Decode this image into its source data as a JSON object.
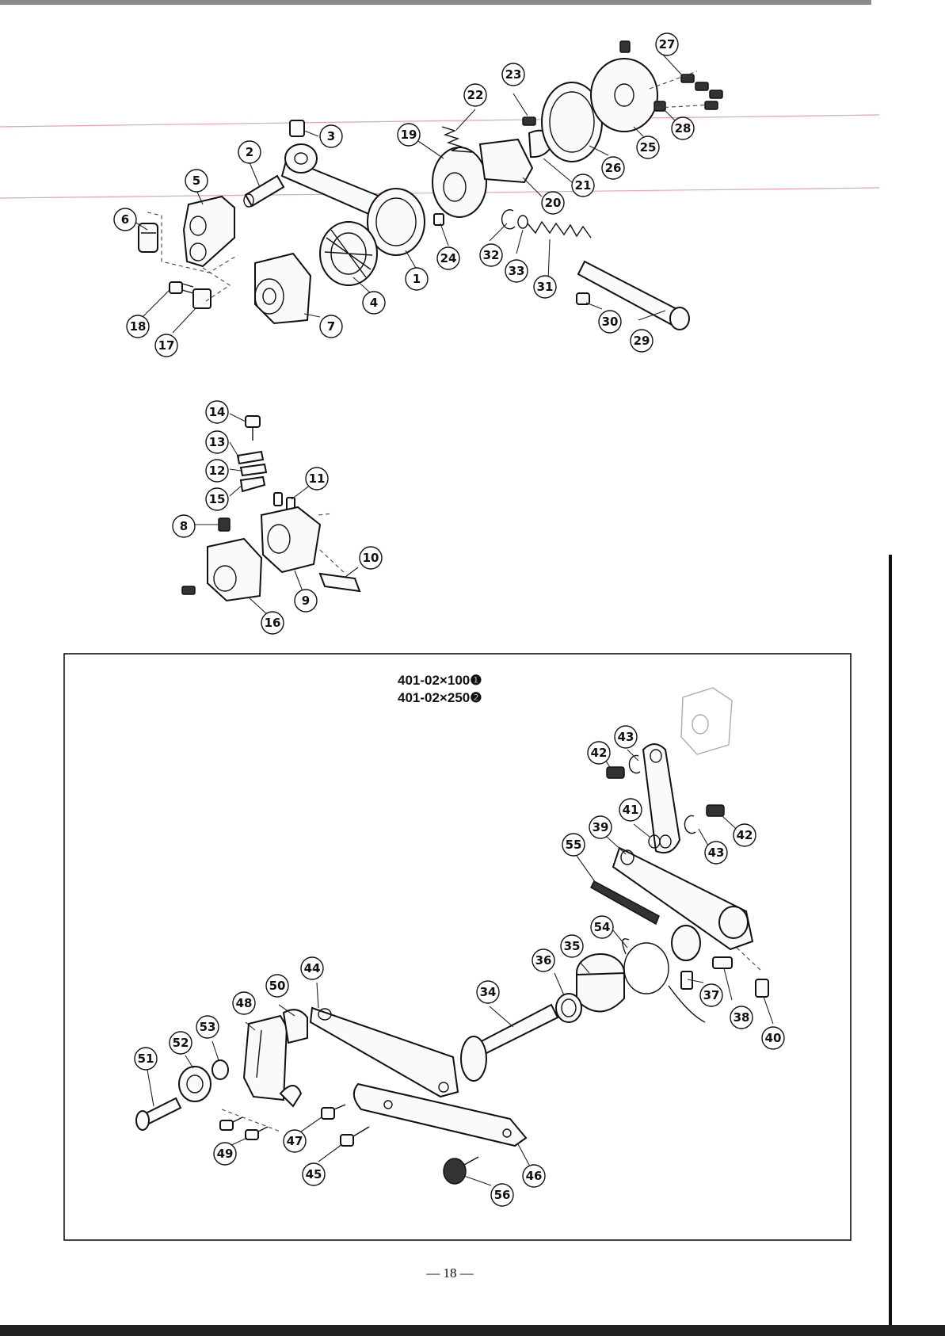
{
  "page_number": "— 18 —",
  "box": {
    "model_lines": [
      "401-02×100❶",
      "401-02×250❷"
    ]
  },
  "callouts_top": [
    "1",
    "2",
    "3",
    "4",
    "5",
    "6",
    "7",
    "17",
    "18",
    "19",
    "20",
    "21",
    "22",
    "23",
    "24",
    "25",
    "26",
    "27",
    "28",
    "29",
    "30",
    "31",
    "32",
    "33"
  ],
  "callouts_middle": [
    "8",
    "9",
    "10",
    "11",
    "12",
    "13",
    "14",
    "15",
    "16"
  ],
  "callouts_box": [
    "34",
    "35",
    "36",
    "37",
    "38",
    "39",
    "40",
    "41",
    "42",
    "42",
    "43",
    "43",
    "44",
    "45",
    "46",
    "47",
    "48",
    "49",
    "50",
    "51",
    "52",
    "53",
    "54",
    "55",
    "56"
  ]
}
